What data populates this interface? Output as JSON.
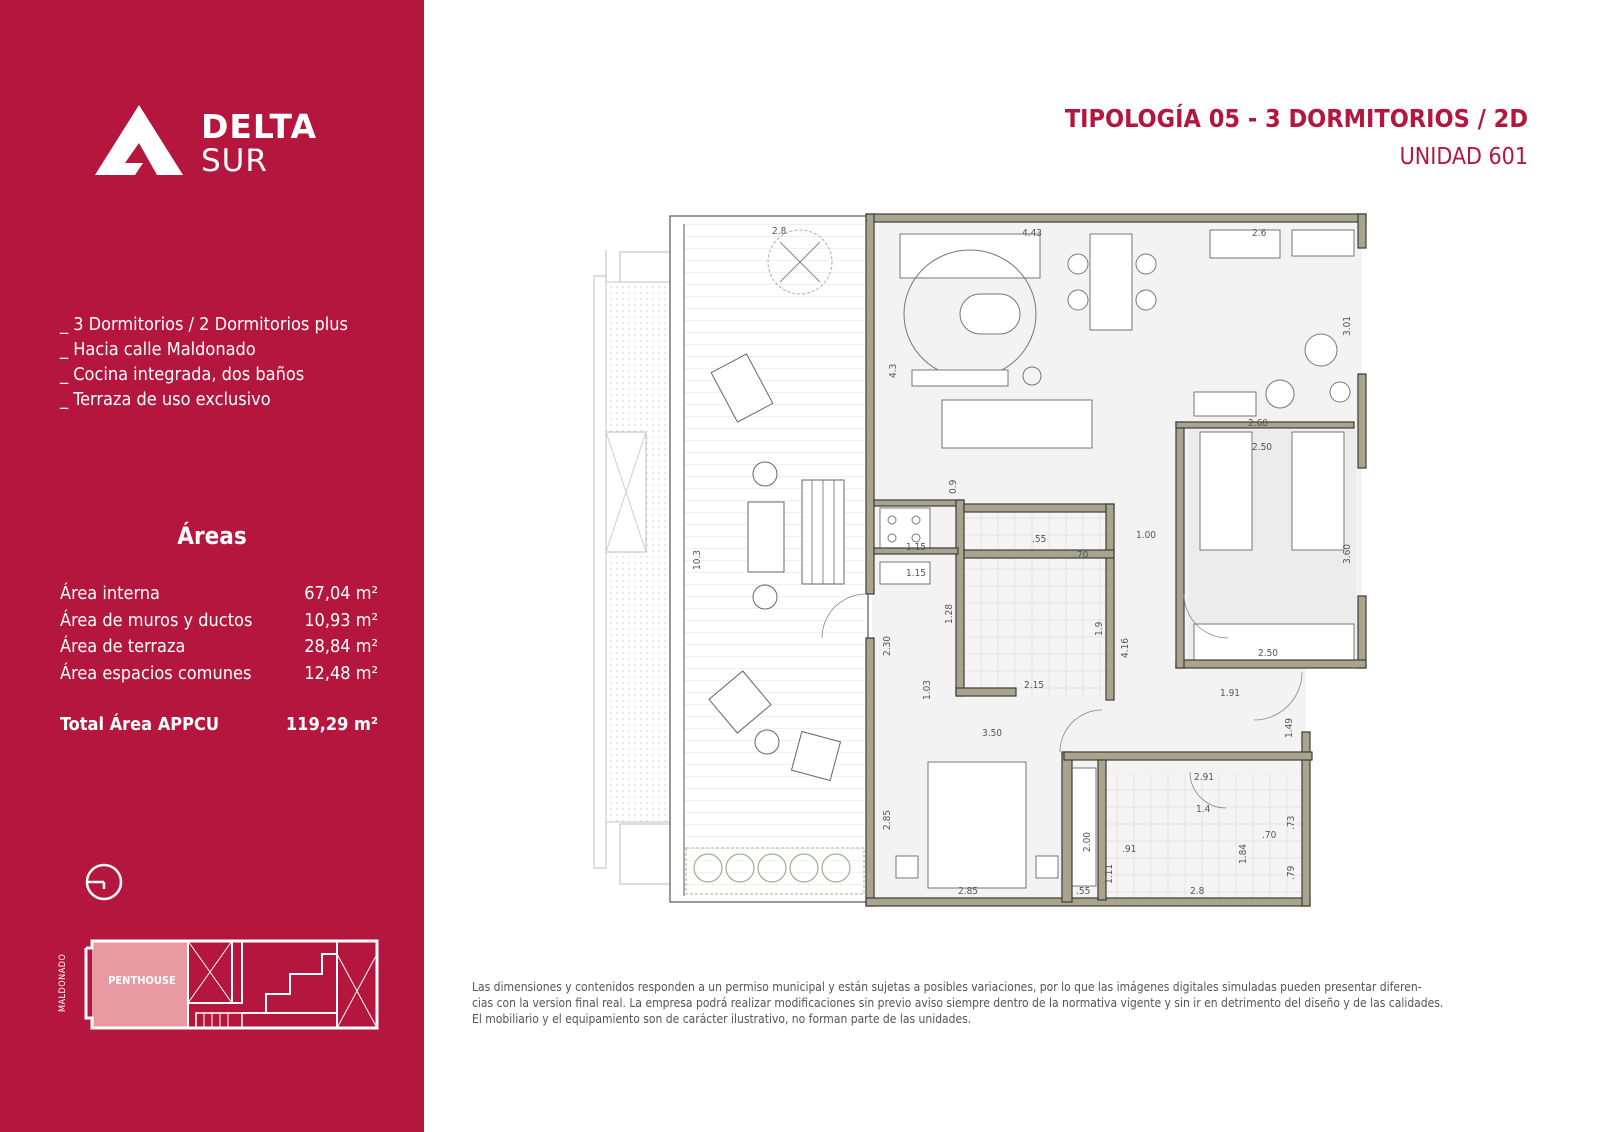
{
  "brand": {
    "line1": "DELTA",
    "line2": "SUR"
  },
  "header": {
    "title": "TIPOLOGÍA 05 - 3 DORMITORIOS / 2D",
    "unit": "UNIDAD 601"
  },
  "features": [
    "_ 3 Dormitorios / 2 Dormitorios plus",
    "_ Hacia calle Maldonado",
    "_ Cocina integrada, dos baños",
    "_ Terraza de uso exclusivo"
  ],
  "areas": {
    "title": "Áreas",
    "rows": [
      {
        "label": "Área interna",
        "value": "67,04 m²"
      },
      {
        "label": "Área de muros y ductos",
        "value": "10,93 m²"
      },
      {
        "label": "Área de terraza",
        "value": "28,84 m²"
      },
      {
        "label": "Área espacios comunes",
        "value": "12,48 m²"
      }
    ],
    "total": {
      "label": "Total Área APPCU",
      "value": "119,29 m²"
    }
  },
  "site_plan": {
    "street_label": "MALDONADO",
    "unit_label": "PENTHOUSE"
  },
  "dimensions": {
    "d_2_8_top": "2.8",
    "d_4_43": "4.43",
    "d_2_6": "2.6",
    "d_3_01": "3.01",
    "d_4_3": "4.3",
    "d_2_60": "2.60",
    "d_2_50_top": "2.50",
    "d_0_9": "0.9",
    "d_1_15_a": "1.15",
    "d_55_a": ".55",
    "d_70_a": ".70",
    "d_1_00": "1.00",
    "d_3_60": "3.60",
    "d_1_15_b": "1.15",
    "d_1_28": "1.28",
    "d_10_3": "10.3",
    "d_1_9": "1.9",
    "d_4_16": "4.16",
    "d_2_30": "2.30",
    "d_2_50_bot": "2.50",
    "d_1_03": "1.03",
    "d_2_15": "2.15",
    "d_1_91": "1.91",
    "d_3_50": "3.50",
    "d_1_49": "1.49",
    "d_2_91": "2.91",
    "d_1_4": "1.4",
    "d_73": ".73",
    "d_70_b": ".70",
    "d_2_85_v": "2.85",
    "d_2_00": "2.00",
    "d_91": ".91",
    "d_1_84": "1.84",
    "d_1_11": "1.11",
    "d_79": ".79",
    "d_2_85_h": "2.85",
    "d_55_b": ".55",
    "d_2_8_bot": "2.8"
  },
  "disclaimer": [
    "Las dimensiones y contenidos responden a un permiso municipal y están sujetas a posibles variaciones, por lo que las imágenes digitales simuladas pueden presentar diferen-",
    "cias con la version final real. La empresa podrá realizar modificaciones sin previo aviso siempre dentro de la normativa vigente y sin ir en detrimento del diseño y de las calidades.",
    "El mobiliario y el equipamiento  son de carácter ilustrativo, no forman parte de las unidades."
  ],
  "colors": {
    "brand_red": "#b5163d",
    "wall": "#a8a58c",
    "wall_stroke": "#3c3c3c"
  }
}
